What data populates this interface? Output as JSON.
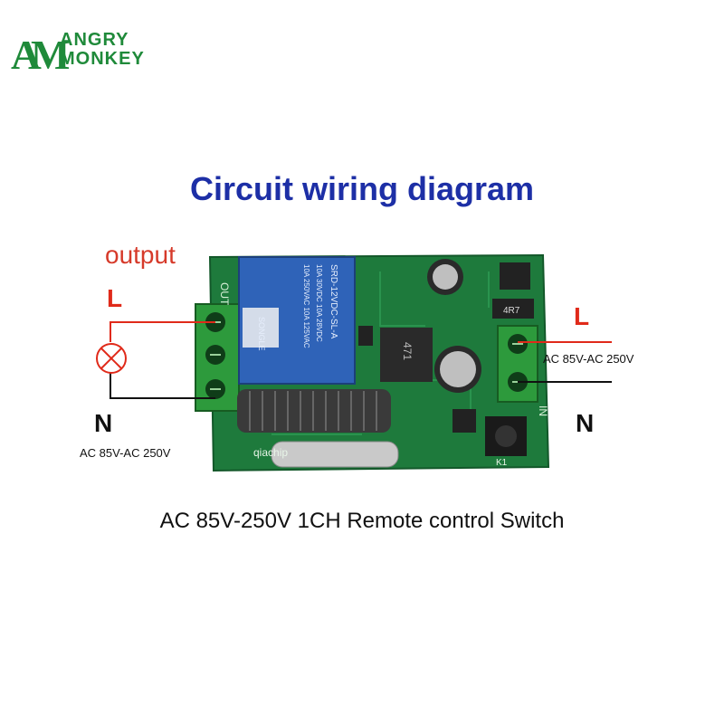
{
  "logo": {
    "line1": "ANGRY",
    "line2": "MONKEY",
    "mark": "AM",
    "mark_color": "#1f8a3a"
  },
  "diagram": {
    "title": "Circuit wiring diagram",
    "output_label": "output",
    "left_line_label": "L",
    "left_neutral_label": "N",
    "left_voltage": "AC 85V-AC 250V",
    "right_line_label": "L",
    "right_neutral_label": "N",
    "right_voltage": "AC 85V-AC 250V",
    "caption": "AC 85V-250V 1CH Remote control Switch"
  },
  "board": {
    "relay_text": [
      "SONGLE",
      "10A 250VAC 10A 125VAC",
      "10A 30VDC 10A 28VDC",
      "SRD-12VDC-SL-A"
    ],
    "out_label": "OUT",
    "in_label": "IN",
    "chip_label": "4R7",
    "inductor_label": "471",
    "button_label": "K1",
    "antenna_text": "qiachip"
  },
  "colors": {
    "title": "#1d2fa6",
    "line_wire": "#e02a1a",
    "neutral_wire": "#111111",
    "pcb": "#1e7a3c",
    "relay": "#2f63b8"
  },
  "icons": {
    "lamp": "lamp-icon"
  }
}
